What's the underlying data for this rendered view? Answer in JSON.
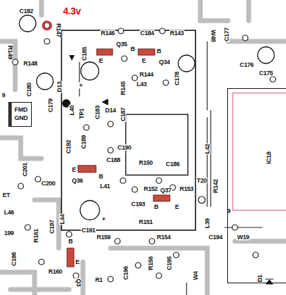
{
  "diagram": {
    "nodes": [
      {
        "text": [
          "FMD",
          "GND"
        ]
      },
      {
        "text": [
          "IC18"
        ]
      }
    ],
    "labels": [
      "C182",
      "4.3v",
      "R147",
      "R146",
      "C184",
      "R143",
      "W48",
      "C177",
      "C176",
      "C175",
      "Q35",
      "B",
      "E",
      "E",
      "B",
      "Q34",
      "C185",
      "R148",
      "R149",
      "C180",
      "R144",
      "R145",
      "L43",
      "C178",
      "D13",
      "D14",
      "C179",
      "L40",
      "TP1",
      "C183",
      "C187",
      "C189",
      "C190",
      "C192",
      "L42",
      "R142",
      "C186",
      "R150",
      "C188",
      "B",
      "E",
      "Q36",
      "L41",
      "R152",
      "R153",
      "C193",
      "B",
      "Q37",
      "E",
      "R151",
      "C191",
      "C201",
      "C200",
      "L46",
      "199",
      "C197",
      "L44",
      "R159",
      "R154",
      "L39",
      "C194",
      "W19",
      "R161",
      "C198",
      "R160",
      "B",
      "E",
      "Q3",
      "R1",
      "C196",
      "R156",
      "C195",
      "W4",
      "D1",
      "9",
      "ET",
      "9",
      "T20",
      "+",
      "+"
    ]
  }
}
